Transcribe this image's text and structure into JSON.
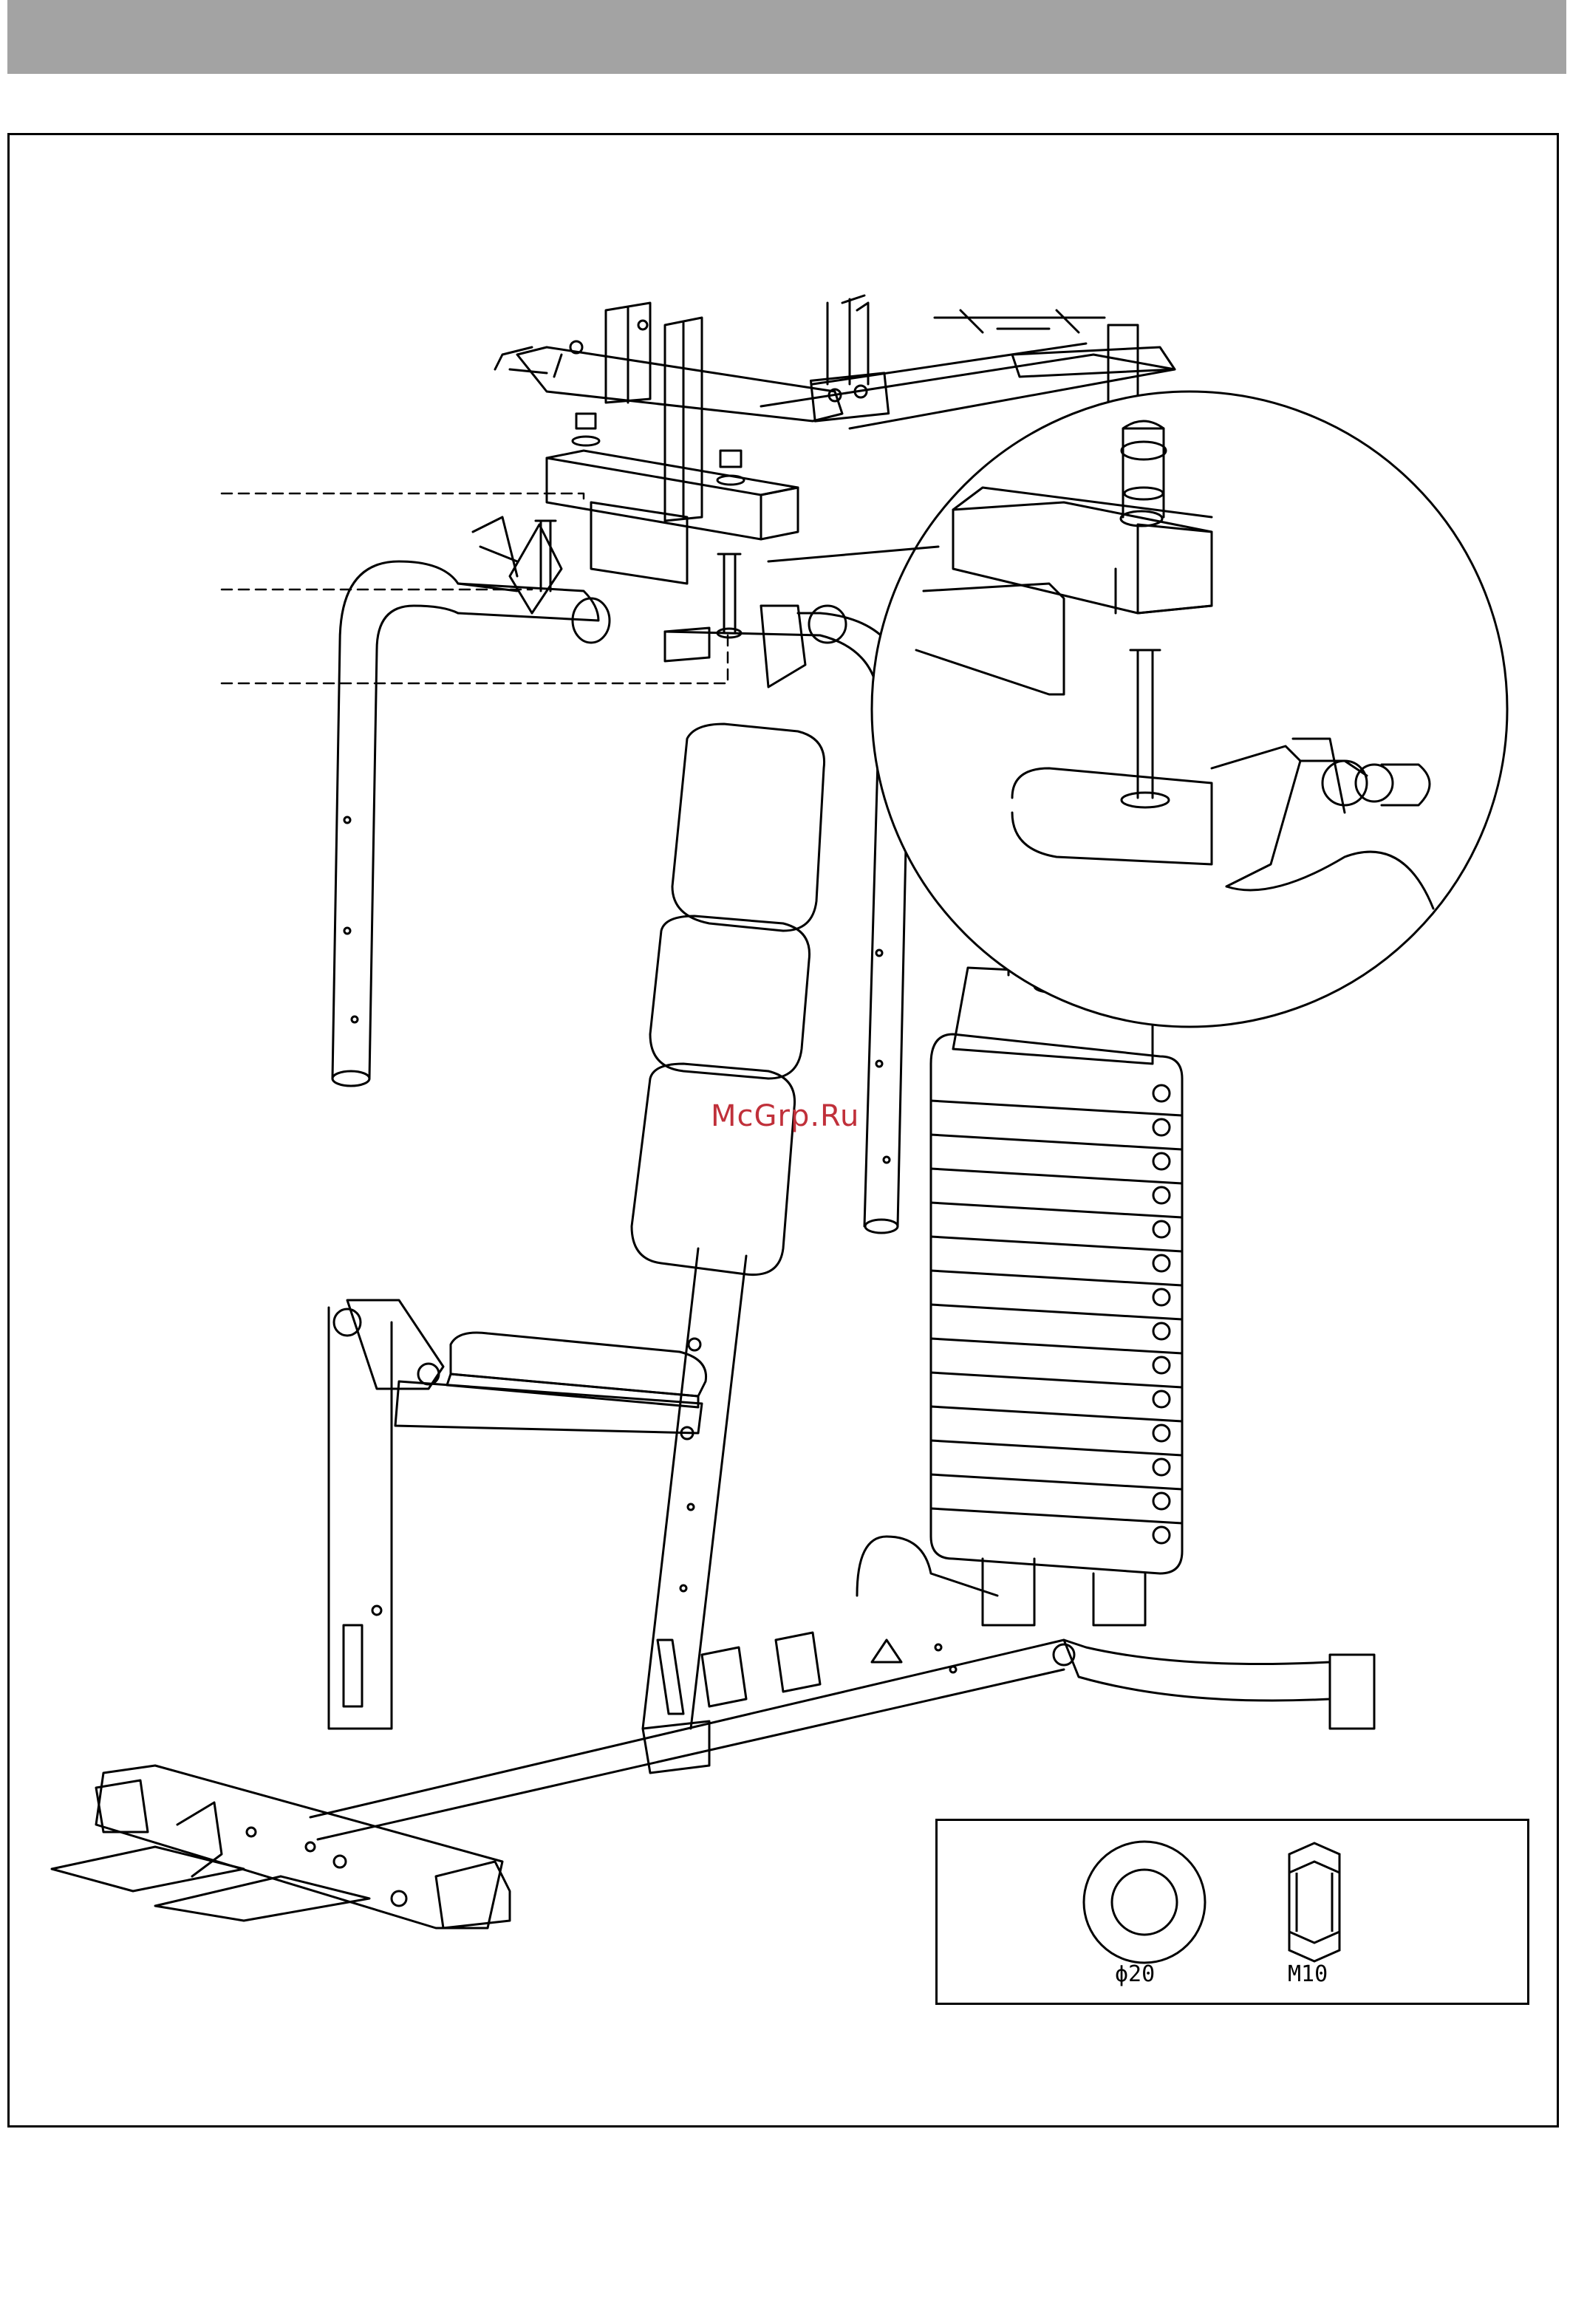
{
  "watermark": "McGrp.Ru",
  "hardware": [
    {
      "icon": "washer-icon",
      "label": "ϕ20"
    },
    {
      "icon": "nylon-nut-icon",
      "label": "M10"
    }
  ],
  "colors": {
    "band": "#a3a3a3",
    "line": "#000000",
    "watermark": "#c0303a"
  }
}
